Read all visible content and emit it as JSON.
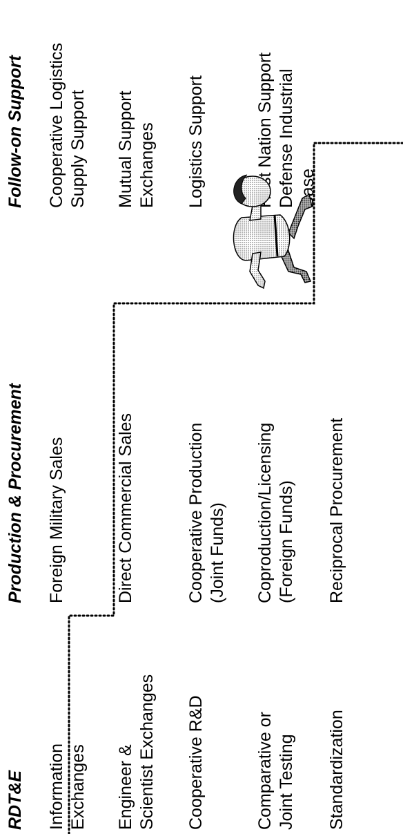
{
  "columns": {
    "rdte": {
      "title": "RDT&E",
      "items": [
        {
          "lines": [
            "Information",
            "Exchanges"
          ]
        },
        {
          "lines": [
            "Engineer &",
            "Scientist Exchanges"
          ]
        },
        {
          "lines": [
            "Cooperative R&D"
          ]
        },
        {
          "lines": [
            "Comparative or",
            "Joint Testing"
          ]
        },
        {
          "lines": [
            "Standardization"
          ]
        }
      ]
    },
    "production": {
      "title": "Production & Procurement",
      "items": [
        {
          "lines": [
            "Foreign Military Sales"
          ]
        },
        {
          "lines": [
            "Direct Commercial Sales"
          ]
        },
        {
          "lines": [
            "Cooperative Production",
            "(Joint Funds)"
          ]
        },
        {
          "lines": [
            "Coproduction/Licensing",
            "(Foreign Funds)"
          ]
        },
        {
          "lines": [
            "Reciprocal Procurement"
          ]
        }
      ]
    },
    "followon": {
      "title": "Follow-on Support",
      "items": [
        {
          "lines": [
            "Cooperative Logistics",
            "Supply Support"
          ]
        },
        {
          "lines": [
            "Mutual Support",
            "Exchanges"
          ]
        },
        {
          "lines": [
            "Logistics Support"
          ]
        },
        {
          "lines": [
            "Host Nation Support",
            "Defense Industrial",
            "Base"
          ]
        }
      ]
    }
  },
  "figure": {
    "icon": "climbing-person-icon"
  }
}
